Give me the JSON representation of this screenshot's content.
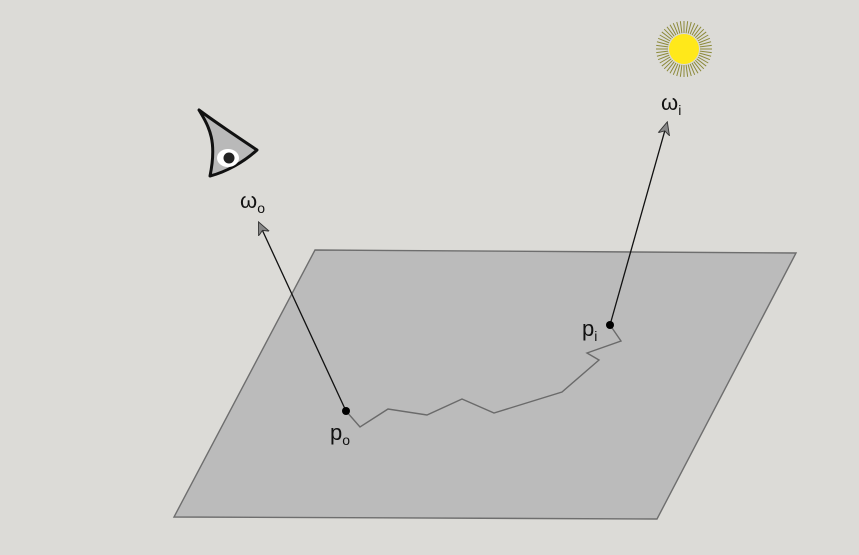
{
  "diagram": {
    "labels": {
      "omega_o": {
        "base": "ω",
        "sub": "o"
      },
      "omega_i": {
        "base": "ω",
        "sub": "i"
      },
      "p_o": {
        "base": "p",
        "sub": "o"
      },
      "p_i": {
        "base": "p",
        "sub": "i"
      }
    },
    "icons": {
      "viewer": "eye-icon",
      "light": "sun-icon"
    },
    "colors": {
      "background": "#dcdbd7",
      "surface_fill": "#bbbbbb",
      "surface_stroke": "#6e6e6e",
      "ray": "#111111",
      "path": "#6a6a6a",
      "sun_core": "#ffe81a",
      "sun_rays": "#8c8a3a",
      "eye_fill": "#b9b9b9",
      "eye_pupil": "#222222"
    }
  }
}
